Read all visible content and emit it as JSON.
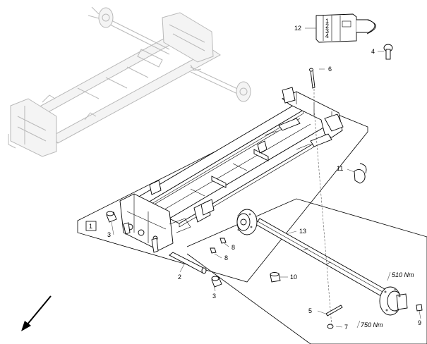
{
  "callouts": {
    "c1": "1",
    "c2": "2",
    "c3a": "3",
    "c3b": "3",
    "c4": "4",
    "c5": "5",
    "c6": "6",
    "c7": "7",
    "c8a": "8",
    "c8b": "8",
    "c9": "9",
    "c10": "10",
    "c11": "11",
    "c12": "12",
    "c13": "13"
  },
  "torques": {
    "upper": "510 Nm",
    "lower": "750 Nm"
  },
  "connector_pins": [
    "1",
    "2",
    "3",
    "4"
  ],
  "direction_icon": "arrow-down-left-icon"
}
